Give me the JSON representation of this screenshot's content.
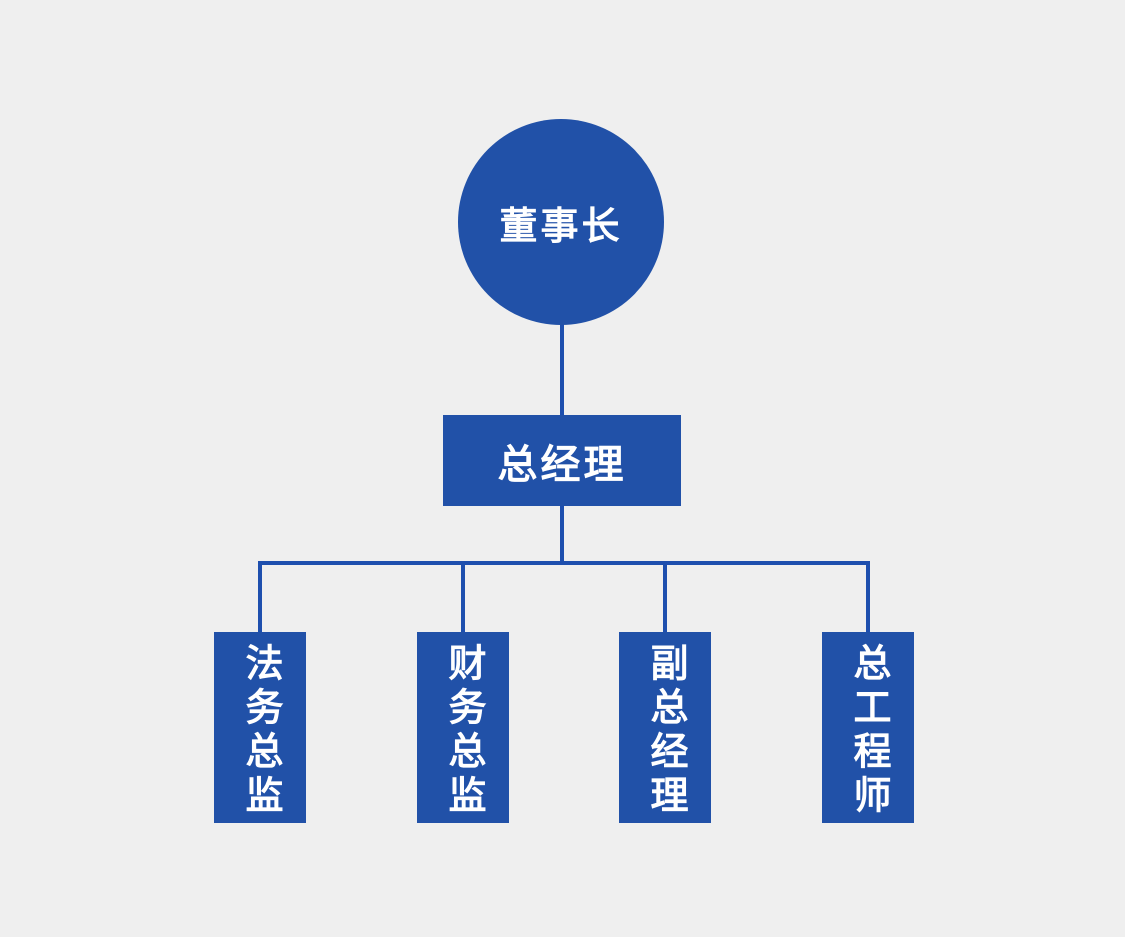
{
  "palette": {
    "background": "#efefef",
    "node_fill": "#2151a8",
    "connector": "#1e4fae",
    "node_text": "#ffffff"
  },
  "org_chart": {
    "type": "org-chart",
    "root": {
      "label": "董事长",
      "shape": "circle"
    },
    "manager": {
      "label": "总经理",
      "shape": "rect"
    },
    "children": [
      {
        "label": "法务总监",
        "shape": "rect-vertical"
      },
      {
        "label": "财务总监",
        "shape": "rect-vertical"
      },
      {
        "label": "副总经理",
        "shape": "rect-vertical"
      },
      {
        "label": "总工程师",
        "shape": "rect-vertical"
      }
    ]
  }
}
